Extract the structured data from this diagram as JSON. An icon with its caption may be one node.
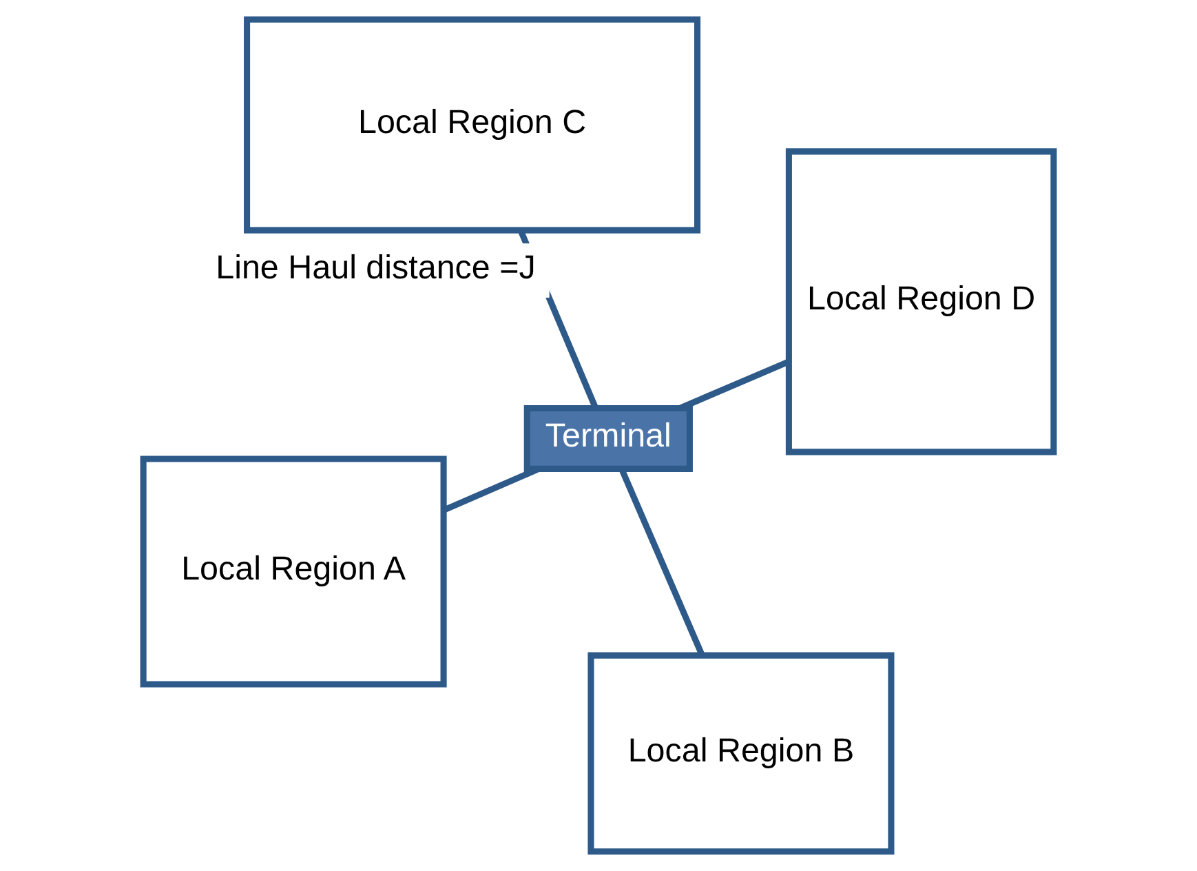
{
  "diagram": {
    "nodes": [
      {
        "text": [
          "Local Region A"
        ]
      },
      {
        "text": [
          "Terminal"
        ]
      },
      {
        "text": [
          "Local Region B"
        ]
      },
      {
        "text": [
          "Local Region C"
        ]
      },
      {
        "text": [
          "Local Region D"
        ]
      }
    ],
    "edges": [
      {
        "from": 1,
        "to": 0,
        "arrow": "none"
      },
      {
        "from": 1,
        "to": 2,
        "arrow": "none"
      },
      {
        "from": 1,
        "to": 3,
        "arrow": "none",
        "label": "Line Haul distance =J"
      },
      {
        "from": 1,
        "to": 4,
        "arrow": "none"
      }
    ]
  }
}
